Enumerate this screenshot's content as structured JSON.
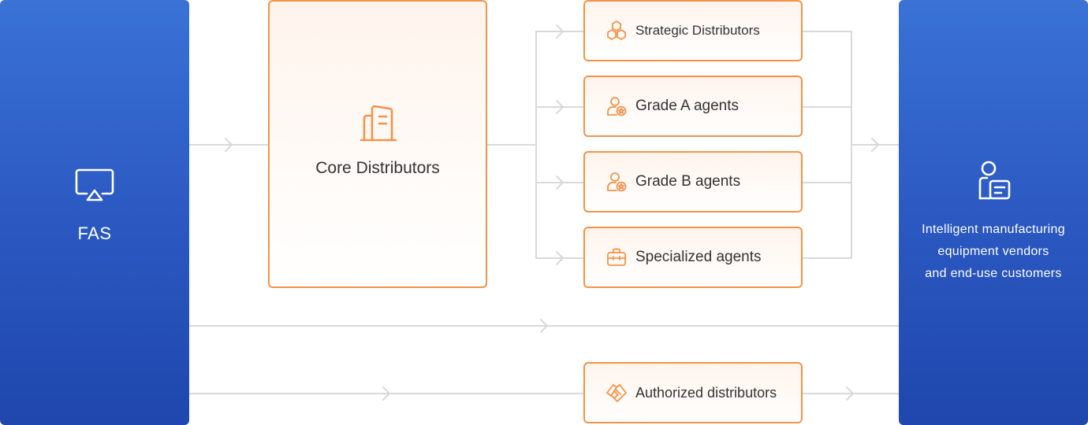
{
  "colors": {
    "panel_blue": "#2a57c0",
    "accent_orange": "#f3934a",
    "connector_gray": "#d9d9d9",
    "text_dark": "#333333"
  },
  "source": {
    "label": "FAS",
    "icon": "airplay-icon"
  },
  "core": {
    "label": "Core Distributors",
    "icon": "building-document-icon"
  },
  "channels": [
    {
      "label": "Strategic Distributors",
      "icon": "hexagon-cluster-icon"
    },
    {
      "label": "Grade A agents",
      "icon": "user-badge-icon"
    },
    {
      "label": "Grade B agents",
      "icon": "user-badge-icon"
    },
    {
      "label": "Specialized agents",
      "icon": "briefcase-icon"
    }
  ],
  "authorized": {
    "label": "Authorized distributors",
    "icon": "handshake-icon"
  },
  "destination": {
    "lines": [
      "Intelligent manufacturing",
      "equipment vendors",
      "and end-use customers"
    ],
    "icon": "user-id-card-icon"
  }
}
